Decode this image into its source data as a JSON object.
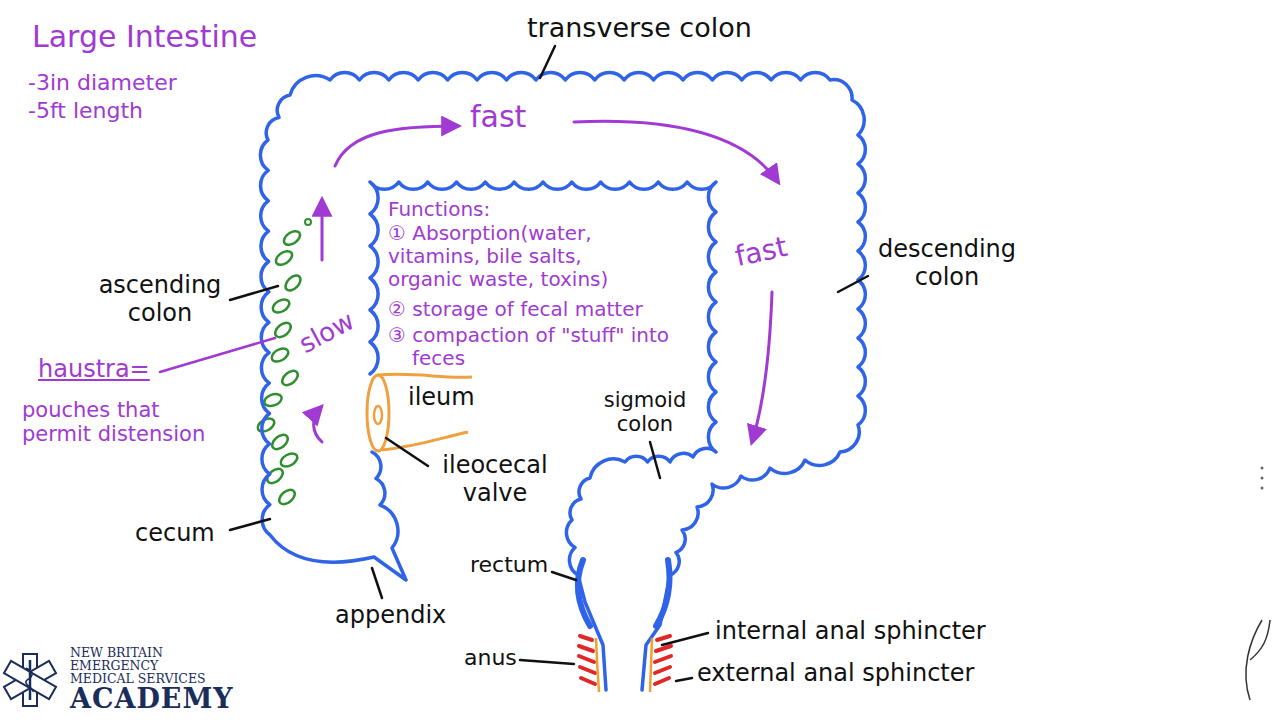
{
  "diagram": {
    "title": "Large Intestine",
    "labels": [
      "-3in diameter",
      "-5ft length",
      "transverse colon",
      "fast",
      "fast",
      "slow",
      "Functions:",
      "① Absorption(water, vitamins, bile salts, organic waste, toxins)",
      "② storage of fecal matter",
      "③ compaction of \"stuff\" into feces",
      "ascending colon",
      "descending colon",
      "haustra=",
      "pouches that permit distension",
      "ileum",
      "ileocecal valve",
      "sigmoid colon",
      "cecum",
      "appendix",
      "rectum",
      "anus",
      "internal anal sphincter",
      "external anal sphincter",
      "NEW BRITAIN EMERGENCY MEDICAL SERVICES",
      "ACADEMY"
    ]
  }
}
